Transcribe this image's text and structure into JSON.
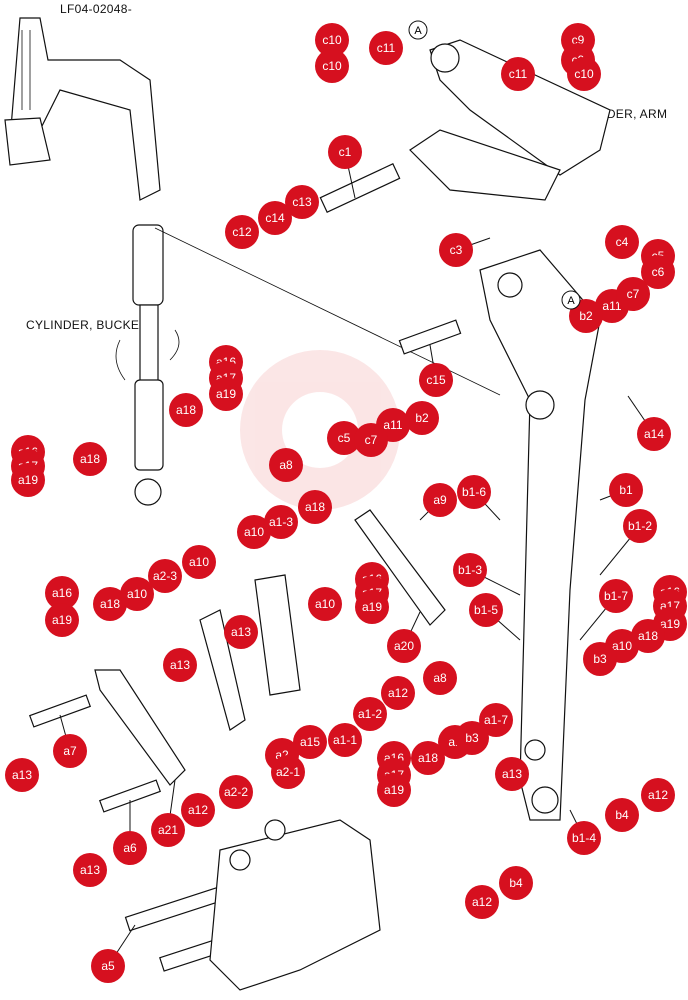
{
  "header": {
    "figure_id": "LF04-02048-",
    "label_arm_cylinder": "CYLINDER, ARM",
    "label_bucket_cylinder": "CYLINDER, BUCKET",
    "marker_a": "A"
  },
  "colors": {
    "callout_fill": "#d6101f",
    "callout_text": "#ffffff",
    "line": "#111111"
  },
  "callouts": [
    {
      "id": "c9",
      "text": "c9"
    },
    {
      "id": "c10-top",
      "text": "c10"
    },
    {
      "id": "c11-left",
      "text": "c11"
    },
    {
      "id": "c10-left",
      "text": "c10"
    },
    {
      "id": "c11-right",
      "text": "c11"
    },
    {
      "id": "c9-right",
      "text": "c9"
    },
    {
      "id": "c10-right",
      "text": "c10"
    },
    {
      "id": "c1",
      "text": "c1"
    },
    {
      "id": "c13",
      "text": "c13"
    },
    {
      "id": "c14",
      "text": "c14"
    },
    {
      "id": "c12",
      "text": "c12"
    },
    {
      "id": "c3",
      "text": "c3"
    },
    {
      "id": "c4",
      "text": "c4"
    },
    {
      "id": "c5-top",
      "text": "c5"
    },
    {
      "id": "c6",
      "text": "c6"
    },
    {
      "id": "a11-top",
      "text": "a11"
    },
    {
      "id": "c7-top",
      "text": "c7"
    },
    {
      "id": "b2-top",
      "text": "b2"
    },
    {
      "id": "c15",
      "text": "c15"
    },
    {
      "id": "a14",
      "text": "a14"
    },
    {
      "id": "b2-mid",
      "text": "b2"
    },
    {
      "id": "a11-mid",
      "text": "a11"
    },
    {
      "id": "c5-mid",
      "text": "c5"
    },
    {
      "id": "c7-mid",
      "text": "c7"
    },
    {
      "id": "a16-1",
      "text": "a16"
    },
    {
      "id": "a17-1",
      "text": "a17"
    },
    {
      "id": "a19-1",
      "text": "a19"
    },
    {
      "id": "a18-1",
      "text": "a18"
    },
    {
      "id": "a16-2",
      "text": "a16"
    },
    {
      "id": "a17-2",
      "text": "a17"
    },
    {
      "id": "a19-2",
      "text": "a19"
    },
    {
      "id": "a18-2",
      "text": "a18"
    },
    {
      "id": "a8-top",
      "text": "a8"
    },
    {
      "id": "a9",
      "text": "a9"
    },
    {
      "id": "b1-6",
      "text": "b1-6"
    },
    {
      "id": "b1",
      "text": "b1"
    },
    {
      "id": "b1-2",
      "text": "b1-2"
    },
    {
      "id": "a10-1",
      "text": "a10"
    },
    {
      "id": "a1-3",
      "text": "a1-3"
    },
    {
      "id": "a18-3",
      "text": "a18"
    },
    {
      "id": "b1-3",
      "text": "b1-3"
    },
    {
      "id": "a10-2",
      "text": "a10"
    },
    {
      "id": "a2-3",
      "text": "a2-3"
    },
    {
      "id": "a16-3",
      "text": "a16"
    },
    {
      "id": "a17-3",
      "text": "a17"
    },
    {
      "id": "a19-3",
      "text": "a19"
    },
    {
      "id": "a10-3",
      "text": "a10"
    },
    {
      "id": "a16-4",
      "text": "a16"
    },
    {
      "id": "a19-4",
      "text": "a19"
    },
    {
      "id": "a18-4",
      "text": "a18"
    },
    {
      "id": "a10-4",
      "text": "a10"
    },
    {
      "id": "b1-7",
      "text": "b1-7"
    },
    {
      "id": "a16-5",
      "text": "a16"
    },
    {
      "id": "a17-5",
      "text": "a17"
    },
    {
      "id": "a19-5",
      "text": "a19"
    },
    {
      "id": "a18-5",
      "text": "a18"
    },
    {
      "id": "a10-5",
      "text": "a10"
    },
    {
      "id": "b1-5",
      "text": "b1-5"
    },
    {
      "id": "a13-1",
      "text": "a13"
    },
    {
      "id": "a20",
      "text": "a20"
    },
    {
      "id": "b3-1",
      "text": "b3"
    },
    {
      "id": "a13-2",
      "text": "a13"
    },
    {
      "id": "a8-bot",
      "text": "a8"
    },
    {
      "id": "a12-1",
      "text": "a12"
    },
    {
      "id": "a1-2",
      "text": "a1-2"
    },
    {
      "id": "a15",
      "text": "a15"
    },
    {
      "id": "a1-1",
      "text": "a1-1"
    },
    {
      "id": "a2",
      "text": "a2"
    },
    {
      "id": "a2-1",
      "text": "a2-1"
    },
    {
      "id": "a1-7",
      "text": "a1-7"
    },
    {
      "id": "a7",
      "text": "a7"
    },
    {
      "id": "a13-3",
      "text": "a13"
    },
    {
      "id": "a16-6",
      "text": "a16"
    },
    {
      "id": "a17-6",
      "text": "a17"
    },
    {
      "id": "a19-6",
      "text": "a19"
    },
    {
      "id": "a18-6",
      "text": "a18"
    },
    {
      "id": "a1-x",
      "text": "a1"
    },
    {
      "id": "b3-2",
      "text": "b3"
    },
    {
      "id": "a13-4",
      "text": "a13"
    },
    {
      "id": "a2-2",
      "text": "a2-2"
    },
    {
      "id": "a12-2",
      "text": "a12"
    },
    {
      "id": "a21",
      "text": "a21"
    },
    {
      "id": "a12-3",
      "text": "a12"
    },
    {
      "id": "b1-4",
      "text": "b1-4"
    },
    {
      "id": "b4-1",
      "text": "b4"
    },
    {
      "id": "a6",
      "text": "a6"
    },
    {
      "id": "a13-5",
      "text": "a13"
    },
    {
      "id": "b4-2",
      "text": "b4"
    },
    {
      "id": "a12-4",
      "text": "a12"
    },
    {
      "id": "a5",
      "text": "a5"
    }
  ]
}
